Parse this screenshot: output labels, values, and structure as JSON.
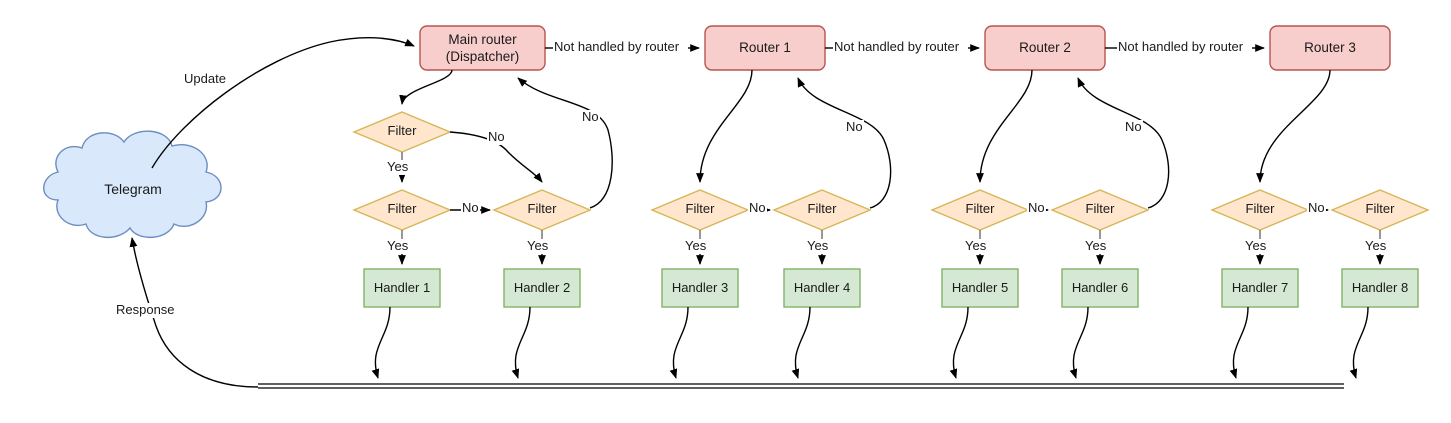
{
  "diagram": {
    "title": "Telegram bot update dispatch flow",
    "type": "flowchart",
    "colors": {
      "router_fill": "#f8cecc",
      "router_stroke": "#b85450",
      "filter_fill": "#ffe6cc",
      "filter_stroke": "#d6b656",
      "handler_fill": "#d5e8d4",
      "handler_stroke": "#82b366",
      "cloud_fill": "#dae8fc",
      "cloud_stroke": "#6c8ebf",
      "edge": "#000000",
      "text": "#1a1a1a"
    },
    "nodes": {
      "cloud": {
        "label": "Telegram"
      },
      "routers": [
        {
          "id": "main",
          "line1": "Main router",
          "line2": "(Dispatcher)"
        },
        {
          "id": "r1",
          "line1": "Router 1",
          "line2": ""
        },
        {
          "id": "r2",
          "line1": "Router 2",
          "line2": ""
        },
        {
          "id": "r3",
          "line1": "Router 3",
          "line2": ""
        }
      ],
      "filters": [
        {
          "id": "f-top-1",
          "label": "Filter"
        },
        {
          "id": "f-1",
          "label": "Filter"
        },
        {
          "id": "f-2",
          "label": "Filter"
        },
        {
          "id": "f-3",
          "label": "Filter"
        },
        {
          "id": "f-4",
          "label": "Filter"
        },
        {
          "id": "f-5",
          "label": "Filter"
        },
        {
          "id": "f-6",
          "label": "Filter"
        },
        {
          "id": "f-7",
          "label": "Filter"
        },
        {
          "id": "f-8",
          "label": "Filter"
        }
      ],
      "handlers": [
        {
          "id": "h1",
          "label": "Handler 1"
        },
        {
          "id": "h2",
          "label": "Handler 2"
        },
        {
          "id": "h3",
          "label": "Handler 3"
        },
        {
          "id": "h4",
          "label": "Handler 4"
        },
        {
          "id": "h5",
          "label": "Handler 5"
        },
        {
          "id": "h6",
          "label": "Handler 6"
        },
        {
          "id": "h7",
          "label": "Handler 7"
        },
        {
          "id": "h8",
          "label": "Handler 8"
        }
      ]
    },
    "edge_labels": {
      "update": "Update",
      "response": "Response",
      "not_handled_1": "Not handled by router",
      "not_handled_2": "Not handled by router",
      "not_handled_3": "Not handled by router",
      "no_top_1": "No",
      "no_back_1": "No",
      "no_chain_1": "No",
      "no_chain_2": "No",
      "no_back_2": "No",
      "no_chain_3": "No",
      "no_back_3": "No",
      "no_chain_4": "No",
      "yes_1": "Yes",
      "yes_2": "Yes",
      "yes_3": "Yes",
      "yes_4": "Yes",
      "yes_5": "Yes",
      "yes_6": "Yes",
      "yes_7": "Yes",
      "yes_8": "Yes",
      "yes_9": "Yes"
    }
  }
}
